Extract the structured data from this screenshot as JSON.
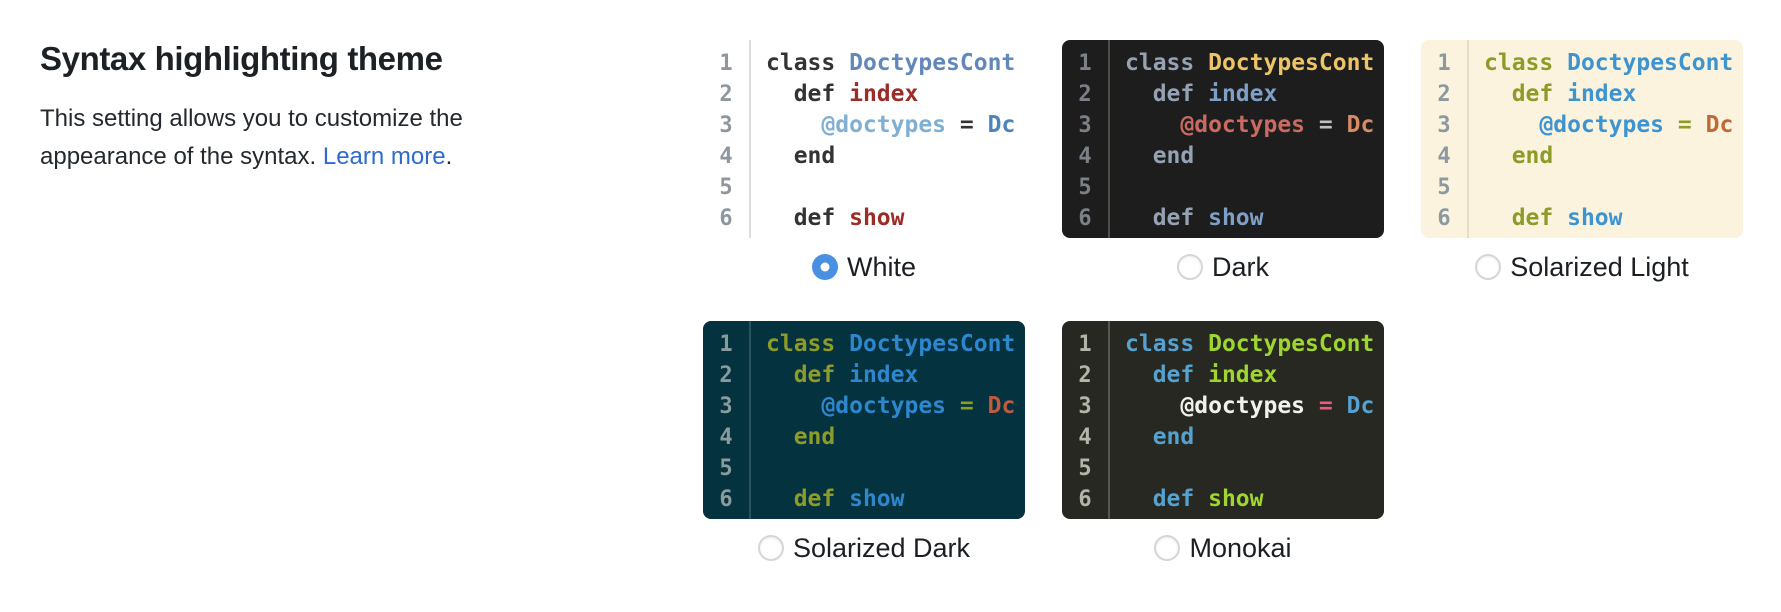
{
  "section": {
    "title": "Syntax highlighting theme",
    "description_text": "This setting allows you to customize the appearance of the syntax. ",
    "learn_more_label": "Learn more",
    "description_suffix": "."
  },
  "ui": {
    "heading_color": "#1c2126",
    "text_color": "#24292e",
    "link_color": "#2d6bcf",
    "radio_selected_color": "#4a90e2",
    "radio_unselected_border": "#d6d6d6"
  },
  "code_preview": {
    "line_numbers": [
      "1",
      "2",
      "3",
      "4",
      "5",
      "6"
    ],
    "lines": [
      [
        {
          "text": "class",
          "type": "keyword"
        },
        {
          "text": " ",
          "type": "plain"
        },
        {
          "text": "DoctypesCont",
          "type": "classname"
        }
      ],
      [
        {
          "text": "  ",
          "type": "plain"
        },
        {
          "text": "def",
          "type": "keyword"
        },
        {
          "text": " ",
          "type": "plain"
        },
        {
          "text": "index",
          "type": "funcname"
        }
      ],
      [
        {
          "text": "    ",
          "type": "plain"
        },
        {
          "text": "@doctypes",
          "type": "ivar"
        },
        {
          "text": " ",
          "type": "plain"
        },
        {
          "text": "=",
          "type": "op"
        },
        {
          "text": " ",
          "type": "plain"
        },
        {
          "text": "Dc",
          "type": "constant"
        }
      ],
      [
        {
          "text": "  ",
          "type": "plain"
        },
        {
          "text": "end",
          "type": "keyword"
        }
      ],
      [],
      [
        {
          "text": "  ",
          "type": "plain"
        },
        {
          "text": "def",
          "type": "keyword"
        },
        {
          "text": " ",
          "type": "plain"
        },
        {
          "text": "show",
          "type": "funcname"
        }
      ]
    ]
  },
  "themes": [
    {
      "id": "white",
      "label": "White",
      "selected": true,
      "colors": {
        "bg": "#ffffff",
        "gutter_border": "#dcdcdc",
        "line_number": "#8f969e",
        "keyword": "#333333",
        "classname": "#6288bb",
        "funcname": "#9a2d27",
        "ivar": "#7fafd2",
        "op": "#333333",
        "constant": "#4d82bd"
      }
    },
    {
      "id": "dark",
      "label": "Dark",
      "selected": false,
      "colors": {
        "bg": "#1d1d1d",
        "gutter_border": "#4f4f47",
        "line_number": "#7c8187",
        "keyword": "#96a2b4",
        "classname": "#edc566",
        "funcname": "#7e9fc6",
        "ivar": "#ca6a60",
        "op": "#bdc1c5",
        "constant": "#d88a63"
      }
    },
    {
      "id": "solarized-light",
      "label": "Solarized Light",
      "selected": false,
      "colors": {
        "bg": "#fbf3dd",
        "gutter_border": "#e6dfc3",
        "line_number": "#8d99a1",
        "keyword": "#8d9b28",
        "classname": "#3e94d1",
        "funcname": "#3e94d1",
        "ivar": "#3e94d1",
        "op": "#8d9b28",
        "constant": "#bf6a35"
      }
    },
    {
      "id": "solarized-dark",
      "label": "Solarized Dark",
      "selected": false,
      "colors": {
        "bg": "#04323e",
        "gutter_border": "#29525e",
        "line_number": "#8a9b9e",
        "keyword": "#8d9b28",
        "classname": "#2e86cd",
        "funcname": "#2e86cd",
        "ivar": "#2e86cd",
        "op": "#8d9b28",
        "constant": "#c05b41"
      }
    },
    {
      "id": "monokai",
      "label": "Monokai",
      "selected": false,
      "colors": {
        "bg": "#272822",
        "gutter_border": "#56574f",
        "line_number": "#b2b5a7",
        "keyword": "#55a2d0",
        "classname": "#9ed62f",
        "funcname": "#9ed62f",
        "ivar": "#f2f2ed",
        "op": "#ec5a7d",
        "constant": "#55a2d0"
      }
    }
  ]
}
